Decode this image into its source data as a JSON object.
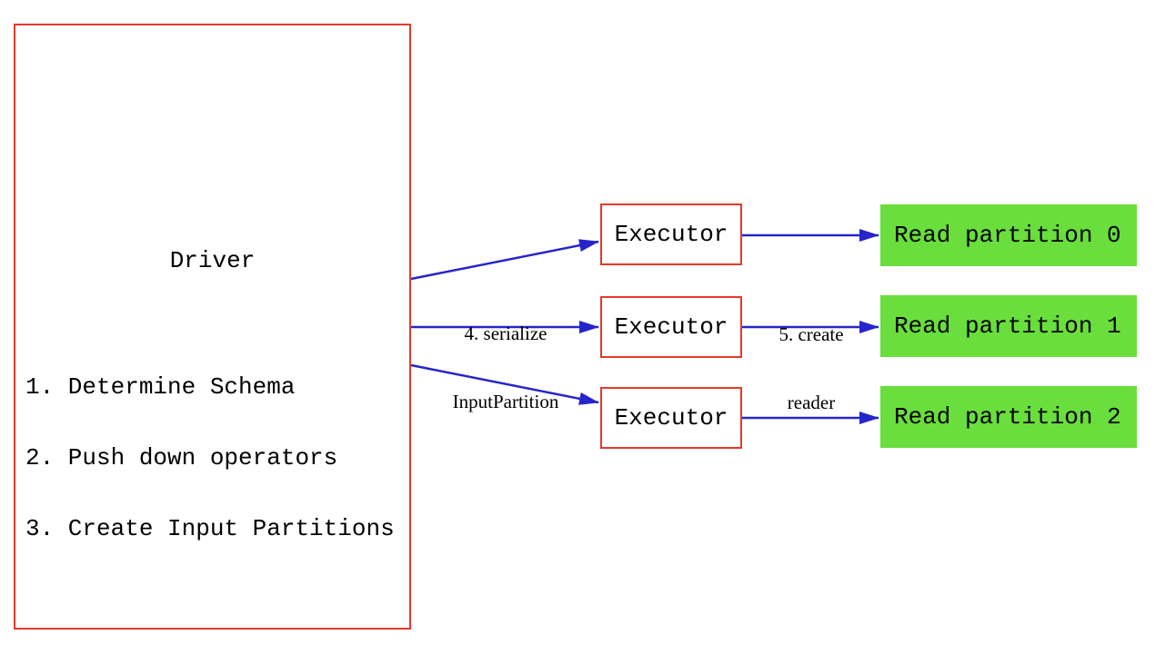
{
  "diagram": {
    "driver": {
      "title": "Driver",
      "steps": [
        "1. Determine Schema",
        "2. Push down operators",
        "3. Create Input Partitions"
      ]
    },
    "executors": [
      {
        "label": "Executor"
      },
      {
        "label": "Executor"
      },
      {
        "label": "Executor"
      }
    ],
    "partitions": [
      {
        "label": "Read partition 0"
      },
      {
        "label": "Read partition 1"
      },
      {
        "label": "Read partition 2"
      }
    ],
    "arrow_labels": {
      "serialize": {
        "line1": "4. serialize",
        "line2": "InputPartition"
      },
      "create_reader": {
        "line1": "5. create",
        "line2": "reader"
      }
    },
    "colors": {
      "box_border_red": "#e23a2b",
      "partition_green": "#69de3c",
      "arrow_blue": "#2525cb",
      "text_black": "#000000",
      "background": "#ffffff"
    }
  }
}
